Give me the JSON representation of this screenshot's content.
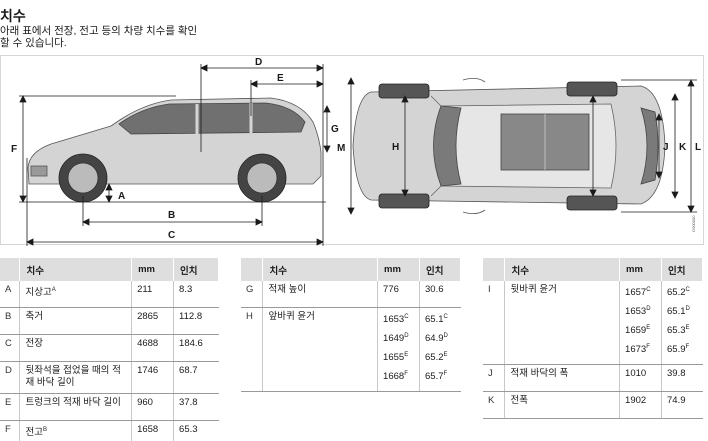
{
  "title": "치수",
  "intro": [
    "아래 표에서 전장, 전고 등의 차량 치수를 확인",
    "할 수 있습니다."
  ],
  "figure": {
    "letters": {
      "A": "A",
      "B": "B",
      "C": "C",
      "D": "D",
      "E": "E",
      "F": "F",
      "G": "G",
      "H": "H",
      "J": "J",
      "K": "K",
      "L": "L",
      "M": "M"
    },
    "code": "G000000"
  },
  "tables": [
    {
      "headers": [
        "",
        "치수",
        "mm",
        "인치"
      ],
      "rows": [
        {
          "k": "A",
          "label": "지상고",
          "label_sup": "A",
          "mm": [
            "211"
          ],
          "mm_sup": [
            ""
          ],
          "in": [
            "8.3"
          ],
          "in_sup": [
            ""
          ]
        },
        {
          "k": "B",
          "label": "축거",
          "label_sup": "",
          "mm": [
            "2865"
          ],
          "mm_sup": [
            ""
          ],
          "in": [
            "112.8"
          ],
          "in_sup": [
            ""
          ]
        },
        {
          "k": "C",
          "label": "전장",
          "label_sup": "",
          "mm": [
            "4688"
          ],
          "mm_sup": [
            ""
          ],
          "in": [
            "184.6"
          ],
          "in_sup": [
            ""
          ]
        },
        {
          "k": "D",
          "label": "뒷좌석을 접었을 때의 적재 바닥 길이",
          "label_sup": "",
          "mm": [
            "1746"
          ],
          "mm_sup": [
            ""
          ],
          "in": [
            "68.7"
          ],
          "in_sup": [
            ""
          ]
        },
        {
          "k": "E",
          "label": "트렁크의 적재 바닥 길이",
          "label_sup": "",
          "mm": [
            "960"
          ],
          "mm_sup": [
            ""
          ],
          "in": [
            "37.8"
          ],
          "in_sup": [
            ""
          ]
        },
        {
          "k": "F",
          "label": "전고",
          "label_sup": "B",
          "mm": [
            "1658"
          ],
          "mm_sup": [
            ""
          ],
          "in": [
            "65.3"
          ],
          "in_sup": [
            ""
          ]
        }
      ]
    },
    {
      "headers": [
        "",
        "치수",
        "mm",
        "인치"
      ],
      "rows": [
        {
          "k": "G",
          "label": "적재 높이",
          "label_sup": "",
          "mm": [
            "776"
          ],
          "mm_sup": [
            ""
          ],
          "in": [
            "30.6"
          ],
          "in_sup": [
            ""
          ]
        },
        {
          "k": "H",
          "label": "앞바퀴 윤거",
          "label_sup": "",
          "mm": [
            "1653",
            "1649",
            "1655",
            "1668"
          ],
          "mm_sup": [
            "C",
            "D",
            "E",
            "F"
          ],
          "in": [
            "65.1",
            "64.9",
            "65.2",
            "65.7"
          ],
          "in_sup": [
            "C",
            "D",
            "E",
            "F"
          ]
        }
      ]
    },
    {
      "headers": [
        "",
        "치수",
        "mm",
        "인치"
      ],
      "rows": [
        {
          "k": "I",
          "label": "뒷바퀴 윤거",
          "label_sup": "",
          "mm": [
            "1657",
            "1653",
            "1659",
            "1673"
          ],
          "mm_sup": [
            "C",
            "D",
            "E",
            "F"
          ],
          "in": [
            "65.2",
            "65.1",
            "65.3",
            "65.9"
          ],
          "in_sup": [
            "C",
            "D",
            "E",
            "F"
          ]
        },
        {
          "k": "J",
          "label": "적재 바닥의 폭",
          "label_sup": "",
          "mm": [
            "1010"
          ],
          "mm_sup": [
            ""
          ],
          "in": [
            "39.8"
          ],
          "in_sup": [
            ""
          ]
        },
        {
          "k": "K",
          "label": "전폭",
          "label_sup": "",
          "mm": [
            "1902"
          ],
          "mm_sup": [
            ""
          ],
          "in": [
            "74.9"
          ],
          "in_sup": [
            ""
          ]
        }
      ]
    }
  ]
}
